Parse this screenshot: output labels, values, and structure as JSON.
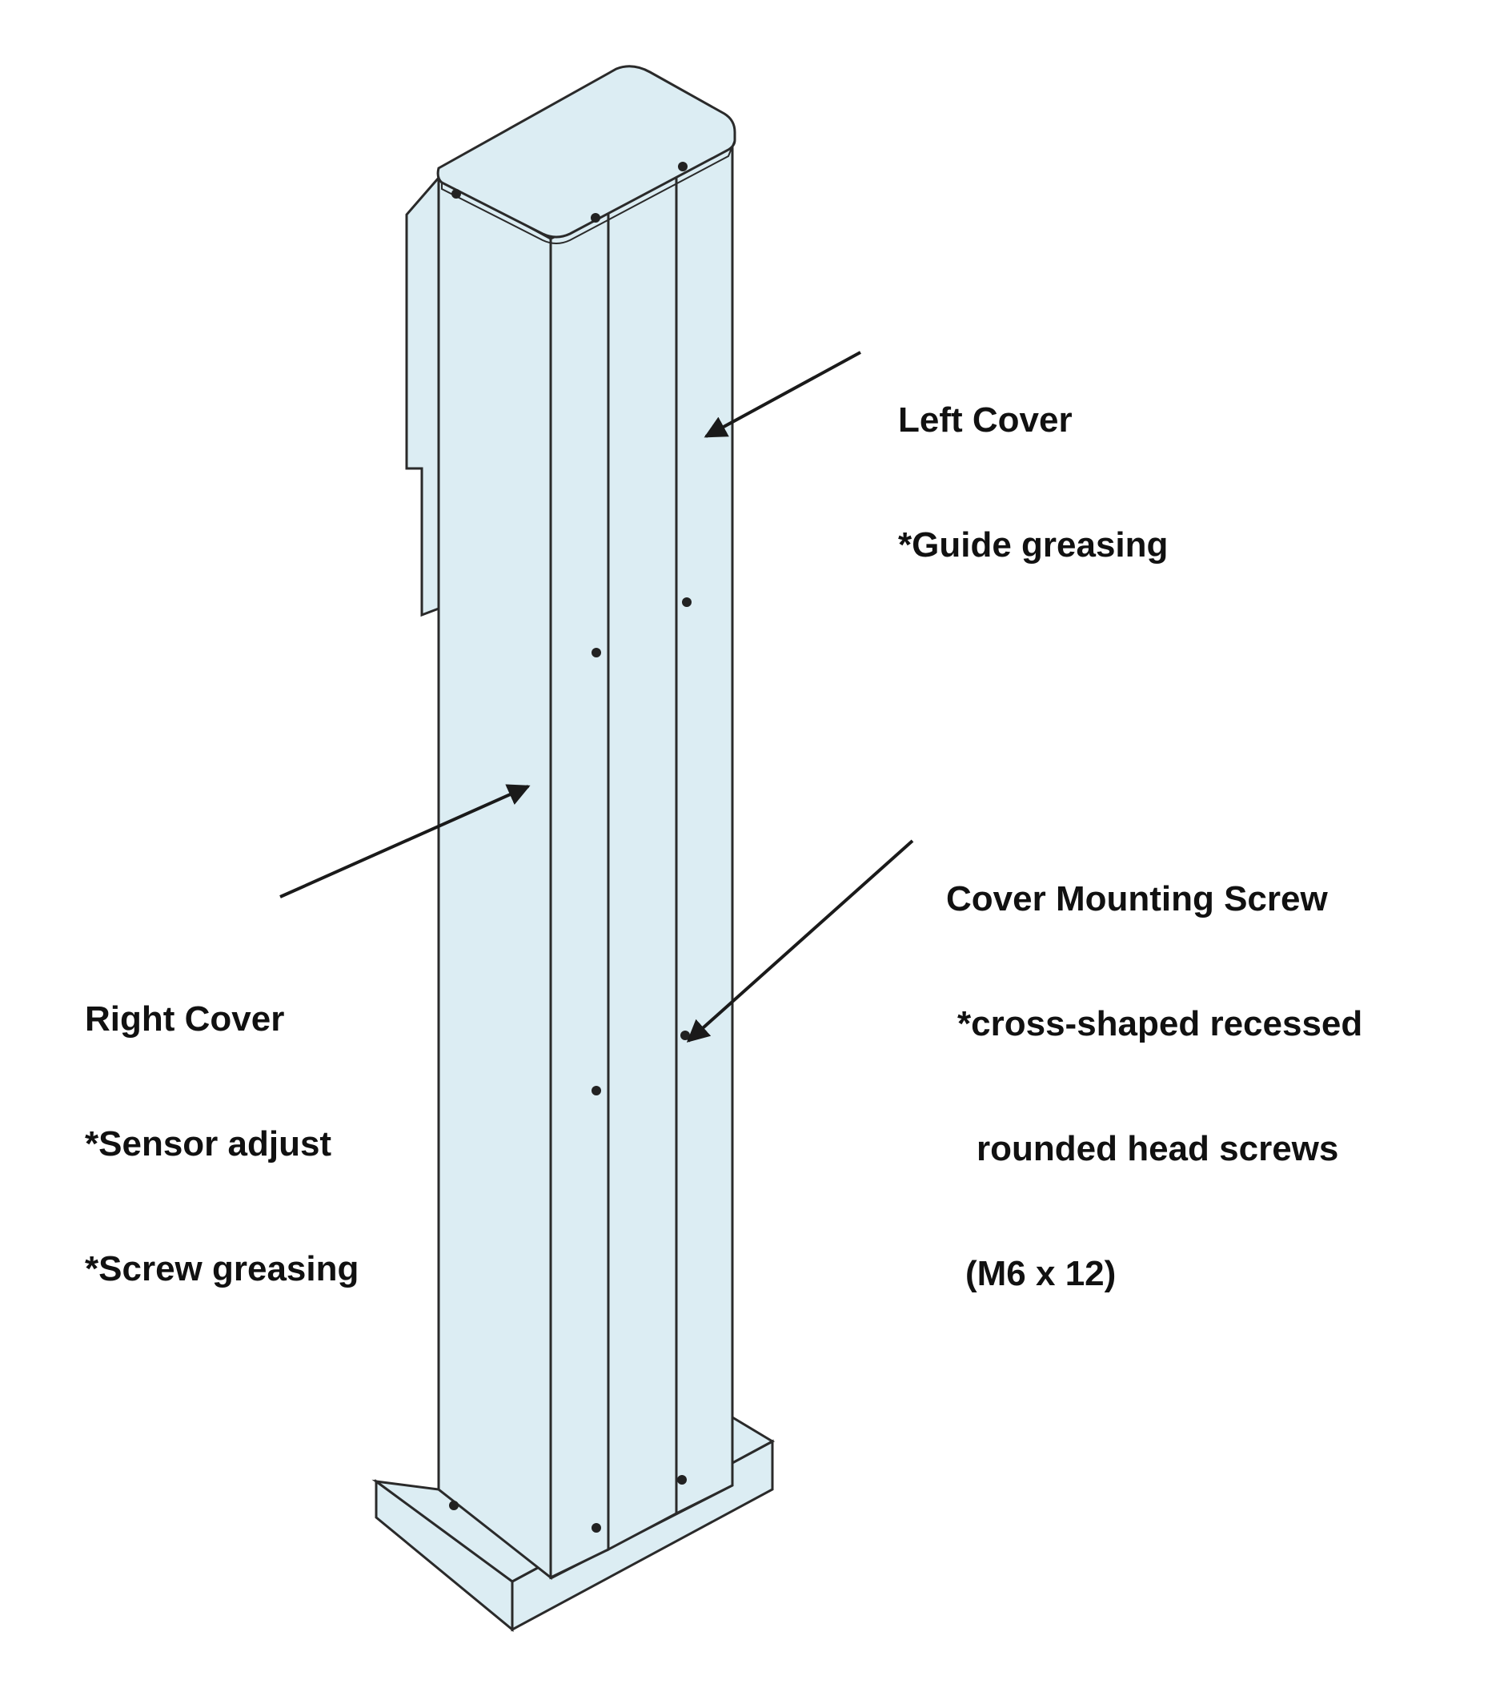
{
  "colors": {
    "panel_fill": "#dcedf3",
    "outline": "#2a2a2a",
    "screw": "#222222",
    "arrow": "#1a1a1a",
    "text": "#111111"
  },
  "callouts": {
    "left_cover": {
      "title": "Left Cover",
      "note": "*Guide greasing"
    },
    "right_cover": {
      "title": "Right Cover",
      "notes": [
        "*Sensor adjust",
        "*Screw greasing"
      ]
    },
    "mounting_screw": {
      "title": "Cover Mounting Screw",
      "notes": [
        "*cross-shaped recessed",
        "rounded head screws",
        "(M6 x 12)"
      ]
    }
  }
}
